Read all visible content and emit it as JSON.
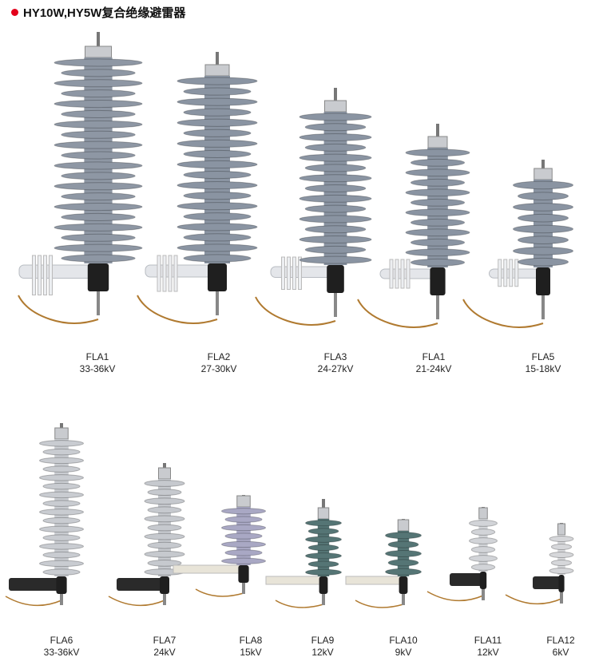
{
  "title": "HY10W,HY5W复合绝缘避雷器",
  "colors": {
    "bullet": "#e3001b"
  },
  "products": [
    {
      "name": "FLA1",
      "rating": "33-36kV"
    },
    {
      "name": "FLA2",
      "rating": "27-30kV"
    },
    {
      "name": "FLA3",
      "rating": "24-27kV"
    },
    {
      "name": "FLA1",
      "rating": "21-24kV"
    },
    {
      "name": "FLA5",
      "rating": "15-18kV"
    },
    {
      "name": "FLA6",
      "rating": "33-36kV"
    },
    {
      "name": "FLA7",
      "rating": "24kV"
    },
    {
      "name": "FLA8",
      "rating": "15kV"
    },
    {
      "name": "FLA9",
      "rating": "12kV"
    },
    {
      "name": "FLA10",
      "rating": "9kV"
    },
    {
      "name": "FLA11",
      "rating": "12kV"
    },
    {
      "name": "FLA12",
      "rating": "6kV"
    }
  ]
}
